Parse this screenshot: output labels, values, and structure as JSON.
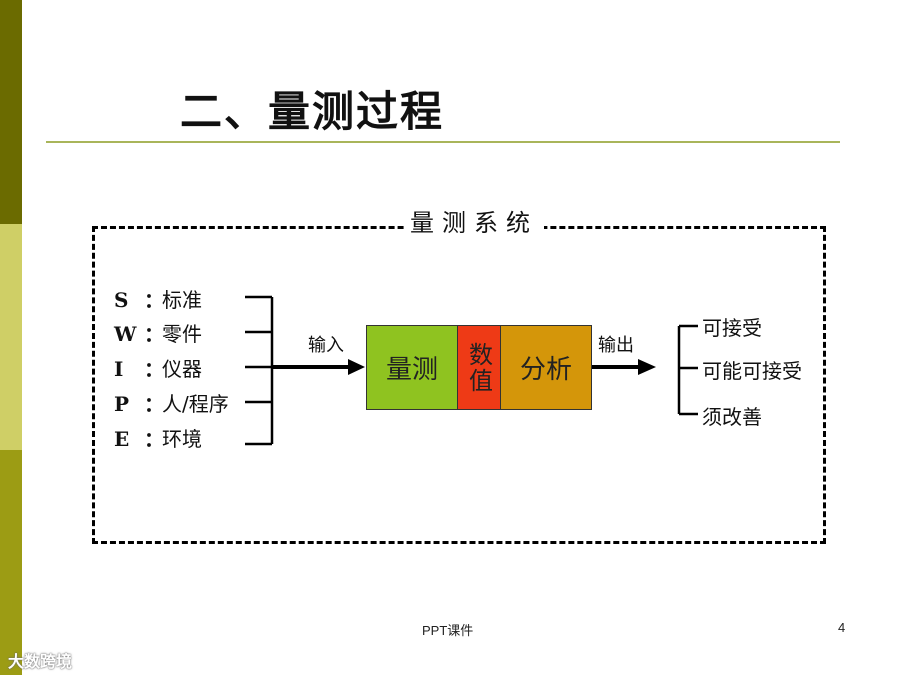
{
  "title": "二、量测过程",
  "system_label": "量测系统",
  "inputs": [
    {
      "key": "S",
      "colon": "：",
      "value": "标准"
    },
    {
      "key": "W",
      "colon": "：",
      "value": "零件"
    },
    {
      "key": "I",
      "colon": "：",
      "value": "仪器"
    },
    {
      "key": "P",
      "colon": "：",
      "value": "人/程序"
    },
    {
      "key": "E",
      "colon": "：",
      "value": "环境"
    }
  ],
  "input_label": "输入",
  "output_label": "输出",
  "process": {
    "measure": "量测",
    "value": "数值",
    "analyze": "分析"
  },
  "outputs": [
    "可接受",
    "可能可接受",
    "须改善"
  ],
  "footer": "PPT课件",
  "page_number": "4",
  "watermark": "大数跨境",
  "colors": {
    "measure": "#8fc320",
    "value": "#ee3a16",
    "analyze": "#d4960a",
    "rule": "#a9b55a",
    "bar_dark": "#6b6b00",
    "bar_light": "#cfcf66"
  }
}
